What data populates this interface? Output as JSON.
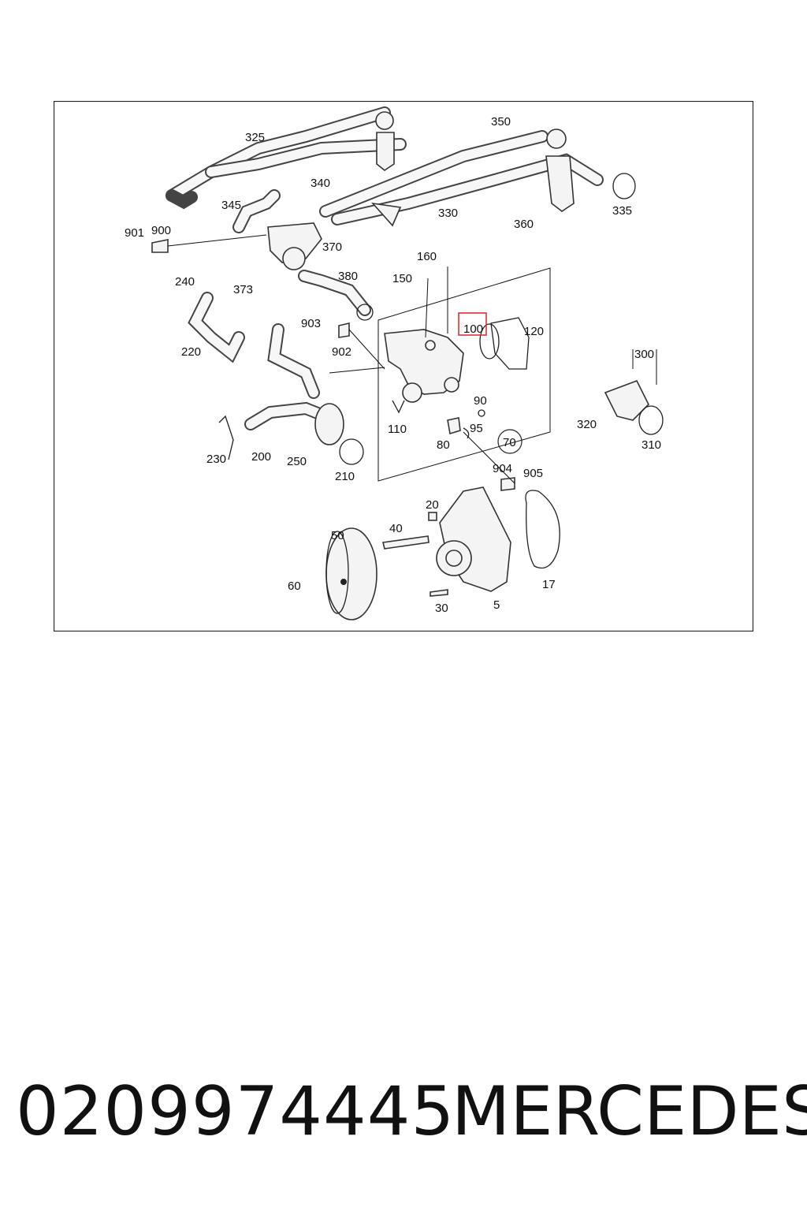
{
  "diagram": {
    "labels": [
      "325",
      "350",
      "340",
      "335",
      "345",
      "330",
      "360",
      "901",
      "900",
      "370",
      "373",
      "240",
      "380",
      "160",
      "150",
      "903",
      "902",
      "220",
      "100",
      "120",
      "300",
      "110",
      "90",
      "320",
      "230",
      "200",
      "250",
      "95",
      "70",
      "80",
      "310",
      "210",
      "904",
      "905",
      "20",
      "40",
      "50",
      "60",
      "30",
      "5",
      "17"
    ],
    "highlighted_label": "100",
    "highlight_color": "#d9323c",
    "highlight_text_color": "#c05a6a"
  },
  "footer": {
    "part_number": "0209974445",
    "brand": "MERCEDES"
  }
}
